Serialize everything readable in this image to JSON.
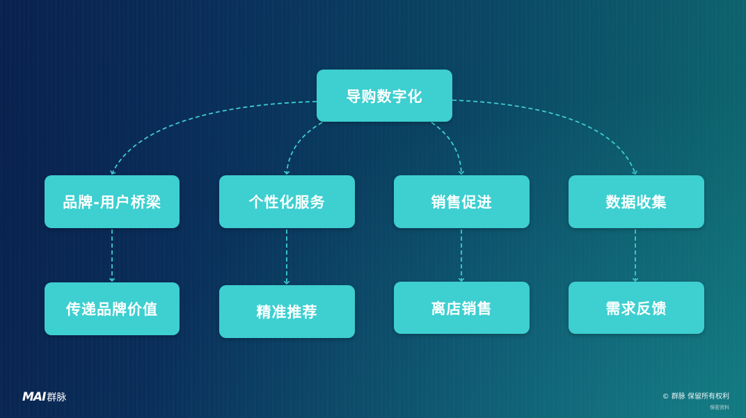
{
  "diagram": {
    "root": {
      "label": "导购数字化"
    },
    "branches": [
      {
        "label": "品牌-用户桥梁",
        "child": "传递品牌价值"
      },
      {
        "label": "个性化服务",
        "child": "精准推荐"
      },
      {
        "label": "销售促进",
        "child": "离店销售"
      },
      {
        "label": "数据收集",
        "child": "需求反馈"
      }
    ],
    "colors": {
      "node_fill": "#3ecfd0",
      "connector": "#3ecfd0",
      "text": "#ffffff"
    }
  },
  "footer": {
    "logo_mark": "MAI",
    "logo_name": "群脉",
    "copyright": "© 群脉 保留所有权利",
    "confidential": "保密资料"
  }
}
